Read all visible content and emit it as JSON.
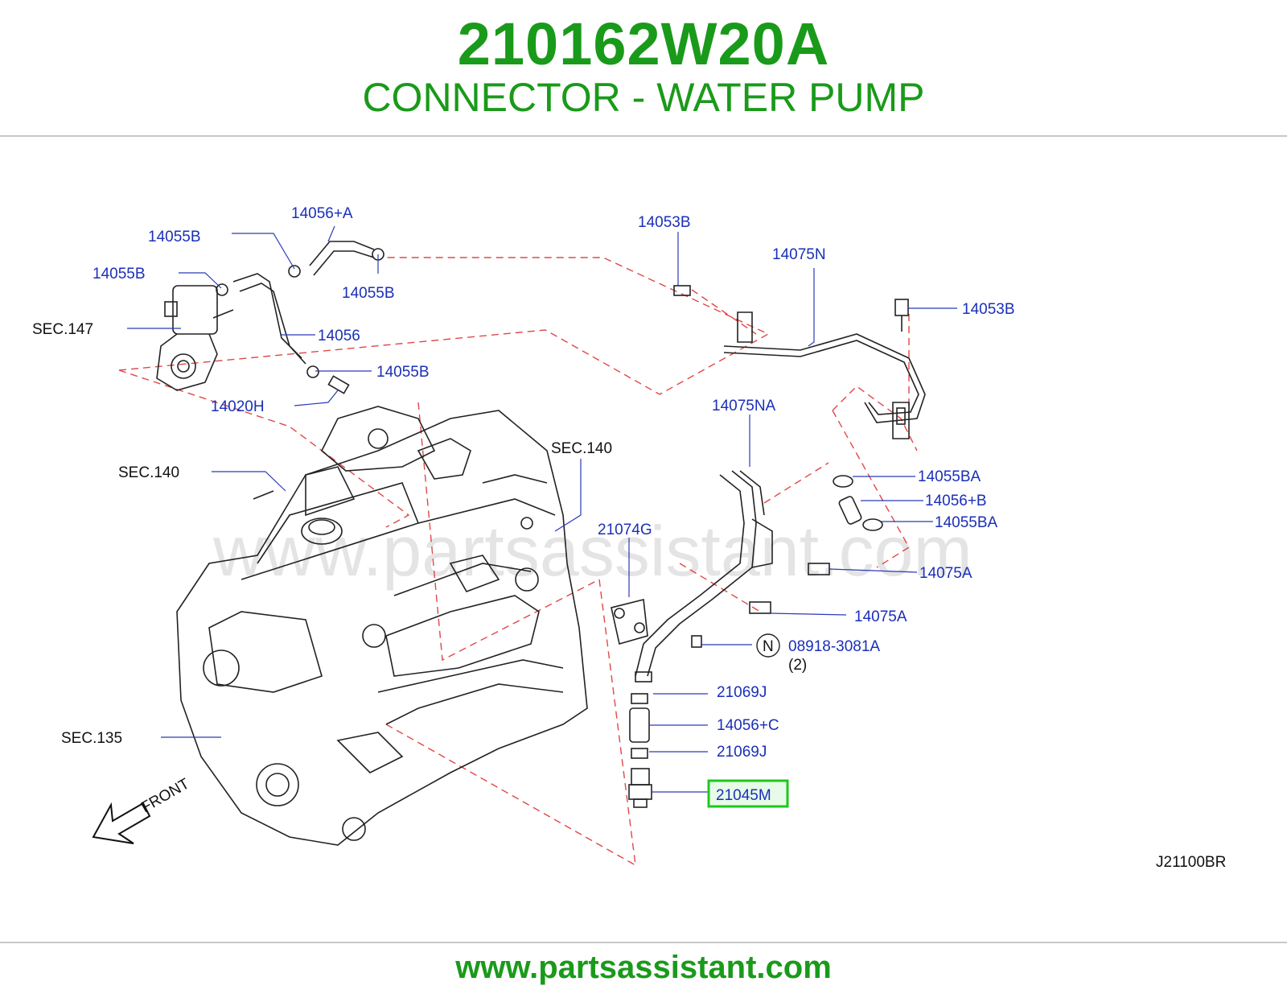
{
  "header": {
    "part_number": "210162W20A",
    "part_name": "CONNECTOR - WATER PUMP"
  },
  "footer": {
    "url": "www.partsassistant.com"
  },
  "diagram": {
    "watermark": "www.partsassistant.com",
    "code": "J21100BR",
    "front_label": "FRONT",
    "highlight_color": "#1ec81e",
    "label_color": "#1a2fb8",
    "labels": {
      "p14056A": "14056+A",
      "p14055B_a": "14055B",
      "p14055B_b": "14055B",
      "p14055B_c": "14055B",
      "p14055B_d": "14055B",
      "sec147": "SEC.147",
      "p14056": "14056",
      "p14020H": "14020H",
      "sec140_left": "SEC.140",
      "sec140_right": "SEC.140",
      "sec135": "SEC.135",
      "p14053B_a": "14053B",
      "p14053B_b": "14053B",
      "p14075N": "14075N",
      "p14075NA": "14075NA",
      "p14055BA_a": "14055BA",
      "p14056B": "14056+B",
      "p14055BA_b": "14055BA",
      "p21074G": "21074G",
      "p14075A_a": "14075A",
      "p14075A_b": "14075A",
      "n_symbol": "N",
      "p08918": "08918-3081A",
      "qty": "(2)",
      "p21069J_a": "21069J",
      "p14056C": "14056+C",
      "p21069J_b": "21069J",
      "p21045M": "21045M"
    }
  }
}
